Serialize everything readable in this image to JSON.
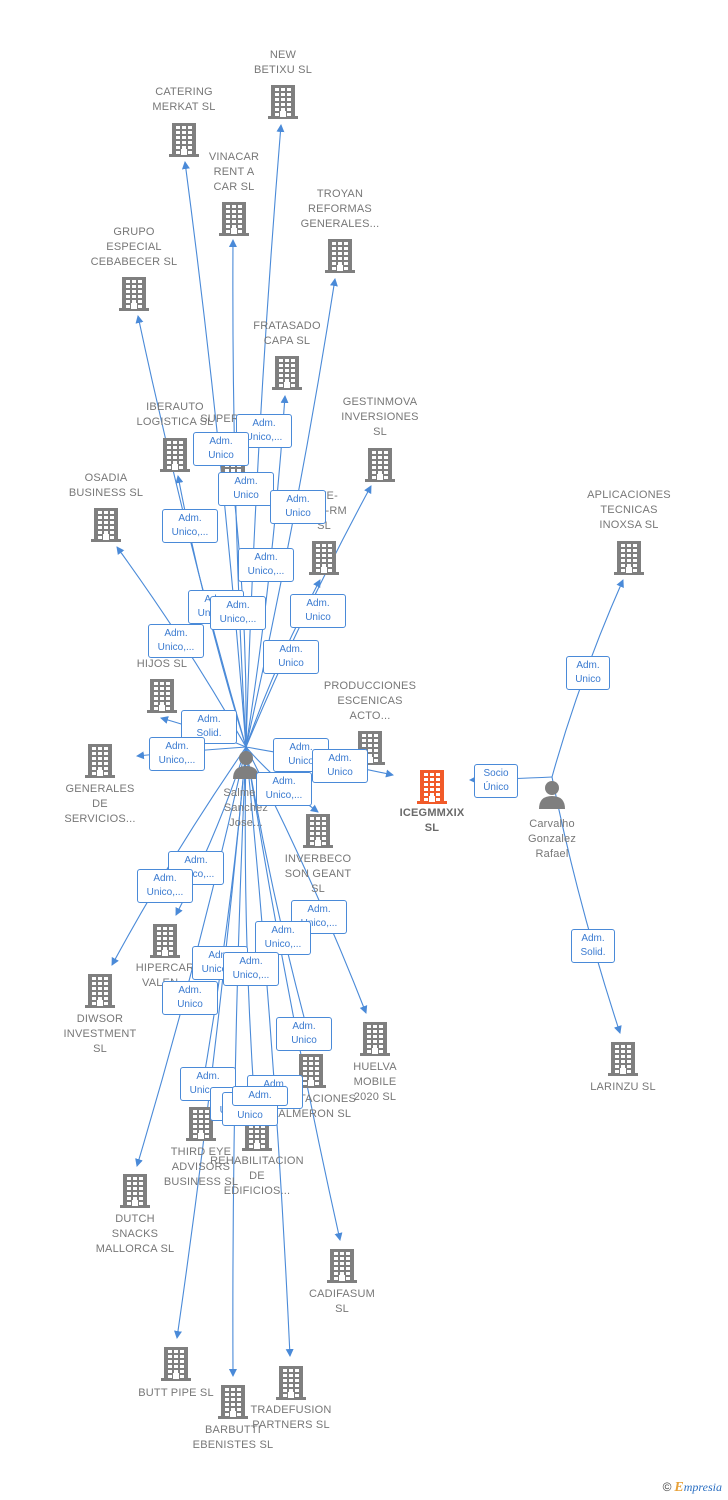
{
  "colors": {
    "edge": "#4a8ad8",
    "building": "#7f7f7f",
    "target": "#f15a29",
    "label": "#777777",
    "badge_text": "#3a7ad0"
  },
  "nodes": [
    {
      "id": "new_betixu",
      "label": "NEW\nBETIXU  SL",
      "type": "company"
    },
    {
      "id": "catering",
      "label": "CATERING\nMERKAT  SL",
      "type": "company"
    },
    {
      "id": "vinacar",
      "label": "VINACAR\nRENT A\nCAR SL",
      "type": "company"
    },
    {
      "id": "troyan",
      "label": "TROYAN\nREFORMAS\nGENERALES...",
      "type": "company"
    },
    {
      "id": "grupo",
      "label": "GRUPO\nESPECIAL\nCEBABECER SL",
      "type": "company"
    },
    {
      "id": "fratasado",
      "label": "FRATASADO\nCAPA  SL",
      "type": "company"
    },
    {
      "id": "iberauto",
      "label": "IBERAUTO\nLOGISTICA SL",
      "type": "company"
    },
    {
      "id": "supermerc",
      "label": "SUPERME...",
      "type": "company"
    },
    {
      "id": "gestinmova",
      "label": "GESTINMOVA\nINVERSIONES\nSL",
      "type": "company"
    },
    {
      "id": "aplicaciones",
      "label": "APLICACIONES\nTECNICAS\nINOXSA SL",
      "type": "company"
    },
    {
      "id": "osadia",
      "label": "OSADIA\nBUSINESS  SL",
      "type": "company"
    },
    {
      "id": "satelite",
      "label": "LITE-\nORS-RM\nSL",
      "type": "company"
    },
    {
      "id": "tohijos",
      "label": "TO\nHIJOS  SL",
      "type": "company"
    },
    {
      "id": "producciones",
      "label": "PRODUCCIONES\nESCENICAS\nACTO...",
      "type": "company"
    },
    {
      "id": "generales",
      "label": "GENERALES\nDE\nSERVICIOS...",
      "type": "company"
    },
    {
      "id": "icegmmxix",
      "label": "ICEGMMXIX\nSL",
      "type": "target"
    },
    {
      "id": "salmeron",
      "label": "Salmer...\nSanchez\nJose...",
      "type": "person"
    },
    {
      "id": "carvalho",
      "label": "Carvalho\nGonzalez\nRafael",
      "type": "person"
    },
    {
      "id": "inverbeco",
      "label": "INVERBECO\nSON GEANT\nSL",
      "type": "company"
    },
    {
      "id": "hipercar",
      "label": "HIPERCAR\nVALEN...",
      "type": "company"
    },
    {
      "id": "diwsor",
      "label": "DIWSOR\nINVESTMENT\nSL",
      "type": "company"
    },
    {
      "id": "huelva",
      "label": "HUELVA\nMOBILE\n2020  SL",
      "type": "company"
    },
    {
      "id": "larinzu",
      "label": "LARINZU SL",
      "type": "company"
    },
    {
      "id": "representaciones",
      "label": "...SENTACIONES\nSALMERON  SL",
      "type": "company"
    },
    {
      "id": "thirdeye",
      "label": "THIRD EYE\nADVISORS\nBUSINESS  SL",
      "type": "company"
    },
    {
      "id": "rehabilitacion",
      "label": "REHABILITACION\nDE\nEDIFICIOS...",
      "type": "company"
    },
    {
      "id": "dutch",
      "label": "DUTCH\nSNACKS\nMALLORCA  SL",
      "type": "company"
    },
    {
      "id": "cadifasum",
      "label": "CADIFASUM\nSL",
      "type": "company"
    },
    {
      "id": "buttpipe",
      "label": "BUTT PIPE  SL",
      "type": "company"
    },
    {
      "id": "barbutti",
      "label": "BARBUTTI\nEBENISTES SL",
      "type": "company"
    },
    {
      "id": "tradefusion",
      "label": "TRADEFUSION\nPARTNERS  SL",
      "type": "company"
    }
  ],
  "badges": [
    "Adm.\nUnico,...",
    "Adm.\nUnico",
    "Adm.\nUnico",
    "Adm.\nUnico",
    "Adm.\nUnico,...",
    "Adm.\nUnico,...",
    "Adm.\nUnico,...",
    "Adm.\nUnico,...",
    "Adm.\nUnico,...",
    "Adm.\nUnico",
    "Adm.\nUnico",
    "Adm.\nSolid.",
    "Adm.\nUnico,...",
    "Adm.\nUnico",
    "Adm.\nUnico",
    "Adm.\nUnico,...",
    "Adm.\nUnico,...",
    "Adm.\nUnico,...",
    "Adm.\nUnico,...",
    "Adm.\nUnico,...",
    "Adm.\nUnico,...",
    "Adm.\nUnico,...",
    "Adm.\nUnico",
    "Adm.\nUnico",
    "Adm.\nUnico,...",
    "Adm.\nUnico,...",
    "Adm.\nUnico",
    "Adm.\nUnico",
    "Socio\nÚnico",
    "Adm.\nSolid.",
    "Adm.\nUnico",
    "Adm."
  ],
  "footer": {
    "copyright": "©",
    "brand_first": "E",
    "brand_rest": "mpresia"
  }
}
